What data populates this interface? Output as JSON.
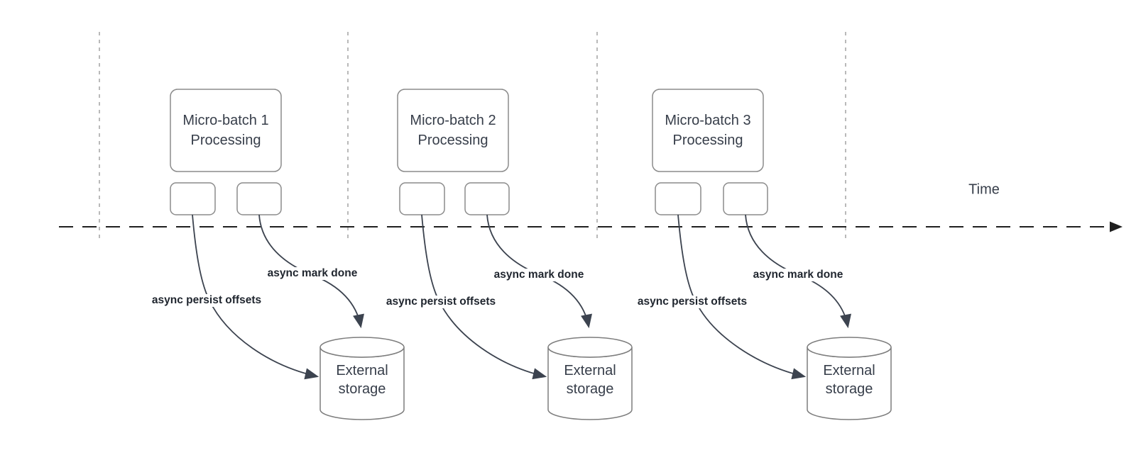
{
  "diagram_type": "micro-batch-timeline",
  "axis": {
    "time_label": "Time"
  },
  "batches": [
    {
      "title": "Micro-batch 1",
      "subtitle": "Processing",
      "persist_label": "async persist offsets",
      "done_label": "async mark done",
      "storage_line1": "External",
      "storage_line2": "storage"
    },
    {
      "title": "Micro-batch 2",
      "subtitle": "Processing",
      "persist_label": "async persist offsets",
      "done_label": "async mark done",
      "storage_line1": "External",
      "storage_line2": "storage"
    },
    {
      "title": "Micro-batch 3",
      "subtitle": "Processing",
      "persist_label": "async persist offsets",
      "done_label": "async mark done",
      "storage_line1": "External",
      "storage_line2": "storage"
    }
  ],
  "colors": {
    "background": "#ffffff",
    "box_stroke": "#8b8b8b",
    "cylinder_stroke": "#7d7d7d",
    "guide_line": "#a8a8a8",
    "timeline": "#1f1f1f",
    "edge_arrow": "#3c434f",
    "node_text": "#373e4a",
    "edge_label_text": "#20262f"
  }
}
